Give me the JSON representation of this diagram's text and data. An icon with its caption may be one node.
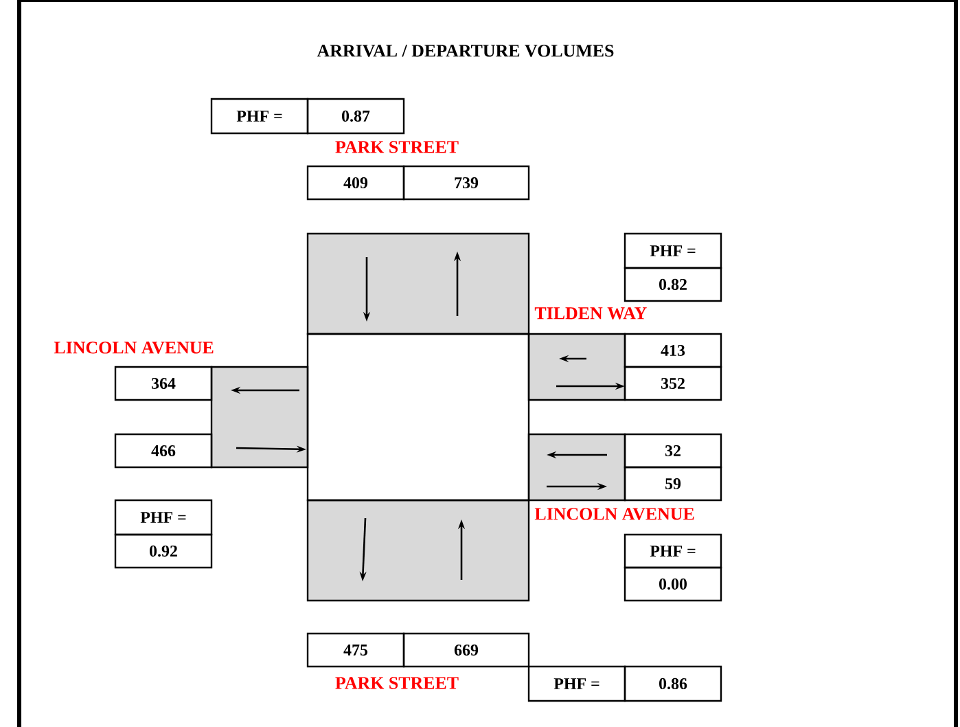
{
  "diagram": {
    "title": "ARRIVAL / DEPARTURE VOLUMES",
    "labels": [
      "PHF =",
      "0.87",
      "PARK STREET",
      "409",
      "739",
      "PHF =",
      "0.82",
      "TILDEN WAY",
      "LINCOLN AVENUE",
      "413",
      "364",
      "352",
      "466",
      "32",
      "59",
      "PHF =",
      "LINCOLN AVENUE",
      "0.92",
      "PHF =",
      "0.00",
      "475",
      "669",
      "PARK STREET",
      "PHF =",
      "0.86"
    ]
  }
}
